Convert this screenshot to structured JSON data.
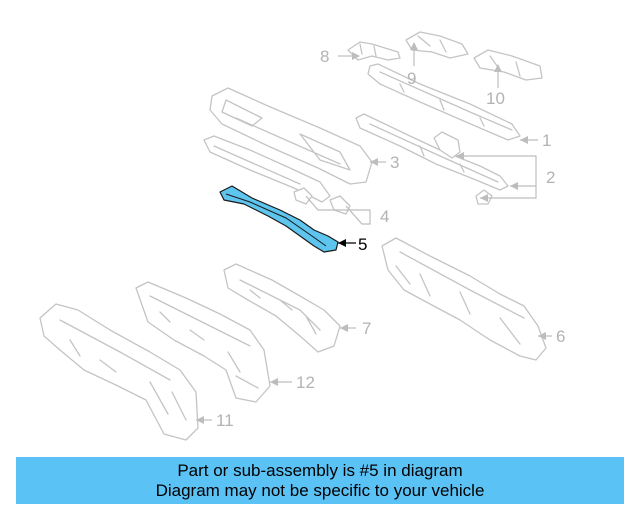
{
  "banner": {
    "line1": "Part or sub-assembly is #5 in diagram",
    "line2": "Diagram may not be specific to your vehicle"
  },
  "callouts": {
    "c1": "1",
    "c2": "2",
    "c3": "3",
    "c4": "4",
    "c5": "5",
    "c6": "6",
    "c7": "7",
    "c8": "8",
    "c9": "9",
    "c10": "10",
    "c11": "11",
    "c12": "12"
  },
  "highlighted_part": "5",
  "colors": {
    "banner": "#5bc2f5",
    "highlight_fill": "#5ec5ef",
    "ghost_stroke": "#c4c4c4",
    "active_label": "#000000",
    "inactive_label": "#b3b3b3"
  }
}
